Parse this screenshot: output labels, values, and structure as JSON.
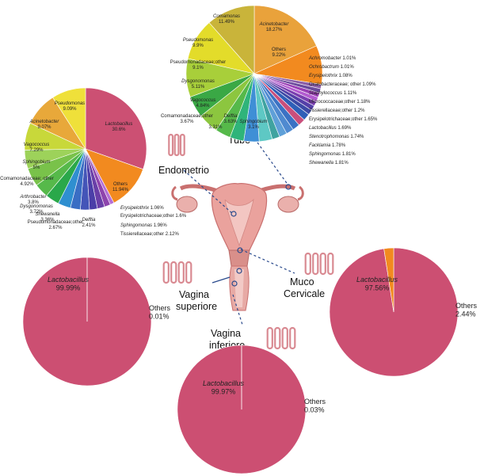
{
  "chart_data": [
    {
      "type": "pie",
      "site": "Tube",
      "slices": [
        {
          "name": "Acinetobacter",
          "value": 18.27,
          "italic": true,
          "color": "#e9a23b"
        },
        {
          "name": "Others",
          "value": 9.22,
          "color": "#f28a1f"
        },
        {
          "name": "Achromobacter",
          "value": 1.01,
          "italic": true,
          "color": "#8b5ea8"
        },
        {
          "name": "Ochrobactrum",
          "value": 1.01,
          "italic": true,
          "color": "#6b4a9c"
        },
        {
          "name": "Erysipelothrix",
          "value": 1.08,
          "italic": true,
          "color": "#9a3fb5"
        },
        {
          "name": "Oxalobacteraceae; other",
          "value": 1.09,
          "color": "#b35cd0"
        },
        {
          "name": "Staphylococcus",
          "value": 1.11,
          "italic": true,
          "color": "#7a3fb0"
        },
        {
          "name": "Micrococcaceae;other",
          "value": 1.18,
          "color": "#5540a8"
        },
        {
          "name": "Tissierellaceae;other",
          "value": 1.2,
          "color": "#3d4aa6"
        },
        {
          "name": "Erysipelotrichaceae;other",
          "value": 1.65,
          "color": "#2f5fb8"
        },
        {
          "name": "Lactobacillus",
          "value": 1.69,
          "italic": true,
          "color": "#c94f7c"
        },
        {
          "name": "Stenotrophomonas",
          "value": 1.74,
          "italic": true,
          "color": "#3b72c4"
        },
        {
          "name": "Facklamia",
          "value": 1.78,
          "italic": true,
          "color": "#4f8ad0"
        },
        {
          "name": "Sphingomonas",
          "value": 1.81,
          "italic": true,
          "color": "#5fa0d8"
        },
        {
          "name": "Shewanella",
          "value": 1.81,
          "italic": true,
          "color": "#3fa3a0"
        },
        {
          "name": "Sphingobium",
          "value": 3.1,
          "italic": true,
          "color": "#5ec8c4"
        },
        {
          "name": "Delftia",
          "value": 3.63,
          "italic": true,
          "color": "#3f8fd6"
        },
        {
          "name": "",
          "value": 3.31,
          "color": "#2fb47a"
        },
        {
          "name": "Comamonadaceae;other",
          "value": 3.67,
          "color": "#56b94a"
        },
        {
          "name": "Vagococcus",
          "value": 4.84,
          "italic": true,
          "color": "#8cc63f"
        },
        {
          "name": "Dysgonomonas",
          "value": 5.11,
          "italic": true,
          "color": "#3aa845"
        },
        {
          "name": "Pseudomonadaceae;other",
          "value": 9.1,
          "color": "#a8cf3a"
        },
        {
          "name": "Pseudomonas",
          "value": 9.9,
          "italic": true,
          "color": "#e3dc2a"
        },
        {
          "name": "Comamonas",
          "value": 11.49,
          "italic": true,
          "color": "#c9b43a"
        }
      ]
    },
    {
      "type": "pie",
      "site": "Endometrio",
      "slices": [
        {
          "name": "Lactobacillus",
          "value": 30.6,
          "italic": true,
          "color": "#cc5073"
        },
        {
          "name": "Others",
          "value": 11.94,
          "color": "#f28a1f"
        },
        {
          "name": "Erysipelothrix",
          "value": 1.06,
          "italic": true,
          "color": "#b56fd6"
        },
        {
          "name": "Erysipelotrichaceae;other",
          "value": 1.6,
          "color": "#8e44ad"
        },
        {
          "name": "Sphingomonas",
          "value": 1.96,
          "italic": true,
          "color": "#6a3fa8"
        },
        {
          "name": "Tissierellaceae;other",
          "value": 2.12,
          "color": "#4b3ea8"
        },
        {
          "name": "Delftia",
          "value": 2.41,
          "italic": true,
          "color": "#4455b8"
        },
        {
          "name": "Pseudomonadaceae;other",
          "value": 2.67,
          "color": "#3a6ec4"
        },
        {
          "name": "Shewanella",
          "value": 3.36,
          "italic": true,
          "color": "#2f8fd0"
        },
        {
          "name": "Dysgonomonas",
          "value": 3.72,
          "italic": true,
          "color": "#2aa84a"
        },
        {
          "name": "Arthrobacter",
          "value": 3.8,
          "italic": true,
          "color": "#56b94a"
        },
        {
          "name": "Comamonadaceae; other",
          "value": 4.92,
          "color": "#79c24a"
        },
        {
          "name": "Sphingobium",
          "value": 5,
          "italic": true,
          "color": "#9dd25a"
        },
        {
          "name": "Vagococcus",
          "value": 7.29,
          "italic": true,
          "color": "#c8d83a"
        },
        {
          "name": "Acinetobacter",
          "value": 9.07,
          "italic": true,
          "color": "#e8a83a"
        },
        {
          "name": "Pseudomonas",
          "value": 9.09,
          "italic": true,
          "color": "#efe03a"
        }
      ]
    },
    {
      "type": "pie",
      "site": "Vagina superiore",
      "slices": [
        {
          "name": "Lactobacillus",
          "value": 99.99,
          "italic": true,
          "color": "#cc4f72"
        },
        {
          "name": "Others",
          "value": 0.01,
          "color": "#f28a1f"
        }
      ]
    },
    {
      "type": "pie",
      "site": "Muco Cervicale",
      "slices": [
        {
          "name": "Lactobacillus",
          "value": 97.56,
          "italic": true,
          "color": "#cc4f72"
        },
        {
          "name": "Others",
          "value": 2.44,
          "color": "#f28a1f"
        }
      ]
    },
    {
      "type": "pie",
      "site": "Vagina inferiore",
      "slices": [
        {
          "name": "Lactobacillus",
          "value": 99.97,
          "italic": true,
          "color": "#cc4f72"
        },
        {
          "name": "Others",
          "value": 0.03,
          "color": "#f28a1f"
        }
      ]
    }
  ],
  "site_labels": {
    "tube": "Tube",
    "endometrio": "Endometrio",
    "muco_line1": "Muco",
    "muco_line2": "Cervicale",
    "vsup_line1": "Vagina",
    "vsup_line2": "superiore",
    "vinf_line1": "Vagina",
    "vinf_line2": "inferiore"
  },
  "colors": {
    "tissue": "#e9a3a0",
    "tissue_dark": "#c9706f",
    "connector": "#2a4a8c",
    "coil": "#d98a92"
  }
}
